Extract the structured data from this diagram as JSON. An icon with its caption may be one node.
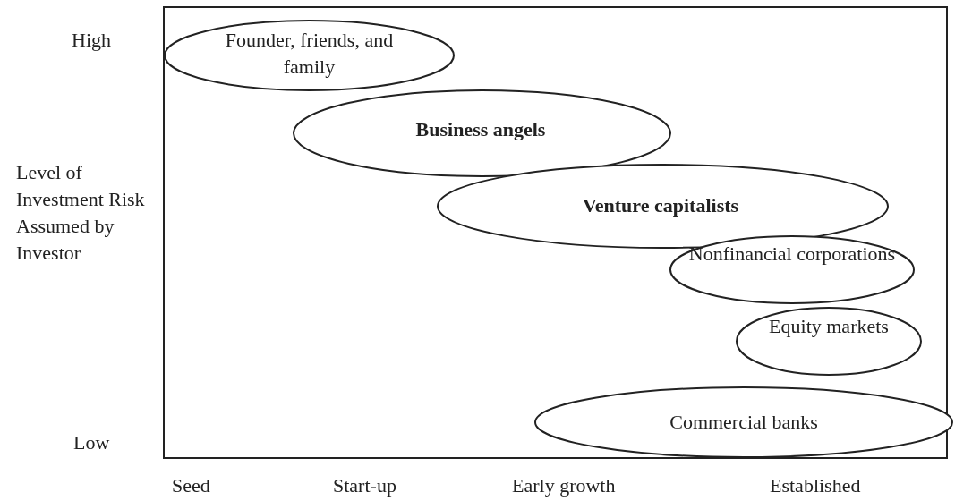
{
  "diagram": {
    "nodes": [
      {
        "text": [
          "Founder, friends, and family"
        ]
      },
      {
        "text": [
          "Business angels"
        ]
      },
      {
        "text": [
          "Venture capitalists"
        ]
      },
      {
        "text": [
          "Nonfinancial corporations"
        ]
      },
      {
        "text": [
          "Equity markets"
        ]
      },
      {
        "text": [
          "Commercial banks"
        ]
      }
    ],
    "edges": [],
    "labels": [
      "High",
      "Level of Investment Risk Assumed by Investor",
      "Low",
      "Seed",
      "Start-up",
      "Early growth",
      "Established"
    ]
  }
}
